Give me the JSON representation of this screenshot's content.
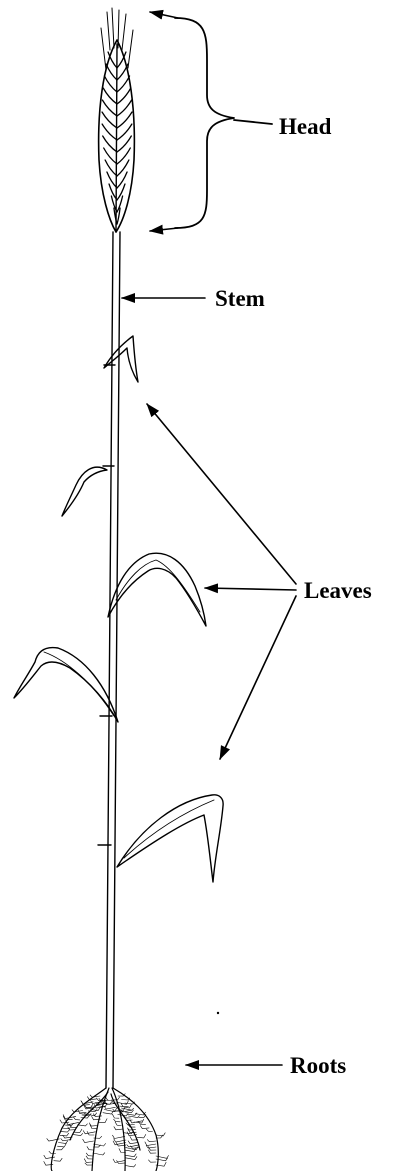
{
  "labels": {
    "head": "Head",
    "stem": "Stem",
    "leaves": "Leaves",
    "roots": "Roots"
  },
  "colors": {
    "ink": "#000000",
    "background": "#ffffff"
  }
}
